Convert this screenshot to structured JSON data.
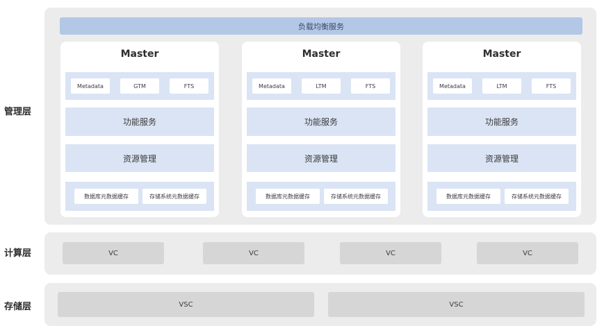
{
  "layers": {
    "management": "管理层",
    "compute": "计算层",
    "storage": "存储层"
  },
  "load_balancer": "负载均衡服务",
  "masters": [
    {
      "title": "Master",
      "modules": [
        "Metadata",
        "GTM",
        "FTS"
      ],
      "function_service": "功能服务",
      "resource_management": "资源管理",
      "caches": [
        "数据库元数据缓存",
        "存储系统元数据缓存"
      ]
    },
    {
      "title": "Master",
      "modules": [
        "Metadata",
        "LTM",
        "FTS"
      ],
      "function_service": "功能服务",
      "resource_management": "资源管理",
      "caches": [
        "数据库元数据缓存",
        "存储系统元数据缓存"
      ]
    },
    {
      "title": "Master",
      "modules": [
        "Metadata",
        "LTM",
        "FTS"
      ],
      "function_service": "功能服务",
      "resource_management": "资源管理",
      "caches": [
        "数据库元数据缓存",
        "存储系统元数据缓存"
      ]
    }
  ],
  "compute_nodes": [
    "VC",
    "VC",
    "VC",
    "VC"
  ],
  "storage_nodes": [
    "VSC",
    "VSC"
  ],
  "colors": {
    "panel": "#ececec",
    "load_balancer": "#b3c7e6",
    "module_band": "#dae4f4",
    "node": "#d6d6d6"
  }
}
